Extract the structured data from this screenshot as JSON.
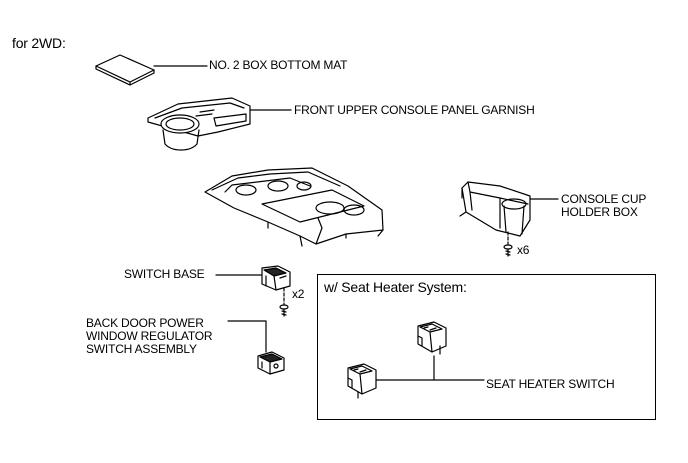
{
  "header": {
    "variant": "for 2WD:"
  },
  "labels": {
    "box_bottom_mat": "NO. 2 BOX BOTTOM MAT",
    "upper_console_garnish": "FRONT UPPER CONSOLE PANEL GARNISH",
    "console_cup_holder_box": "CONSOLE CUP\nHOLDER BOX",
    "switch_base": "SWITCH BASE",
    "back_door_switch": "BACK DOOR POWER\nWINDOW REGULATOR\nSWITCH ASSEMBLY",
    "seat_heater_switch": "SEAT HEATER SWITCH"
  },
  "quantities": {
    "cup_holder_screws": "x6",
    "switch_base_screws": "x2"
  },
  "inset": {
    "title": "w/ Seat Heater System:"
  }
}
